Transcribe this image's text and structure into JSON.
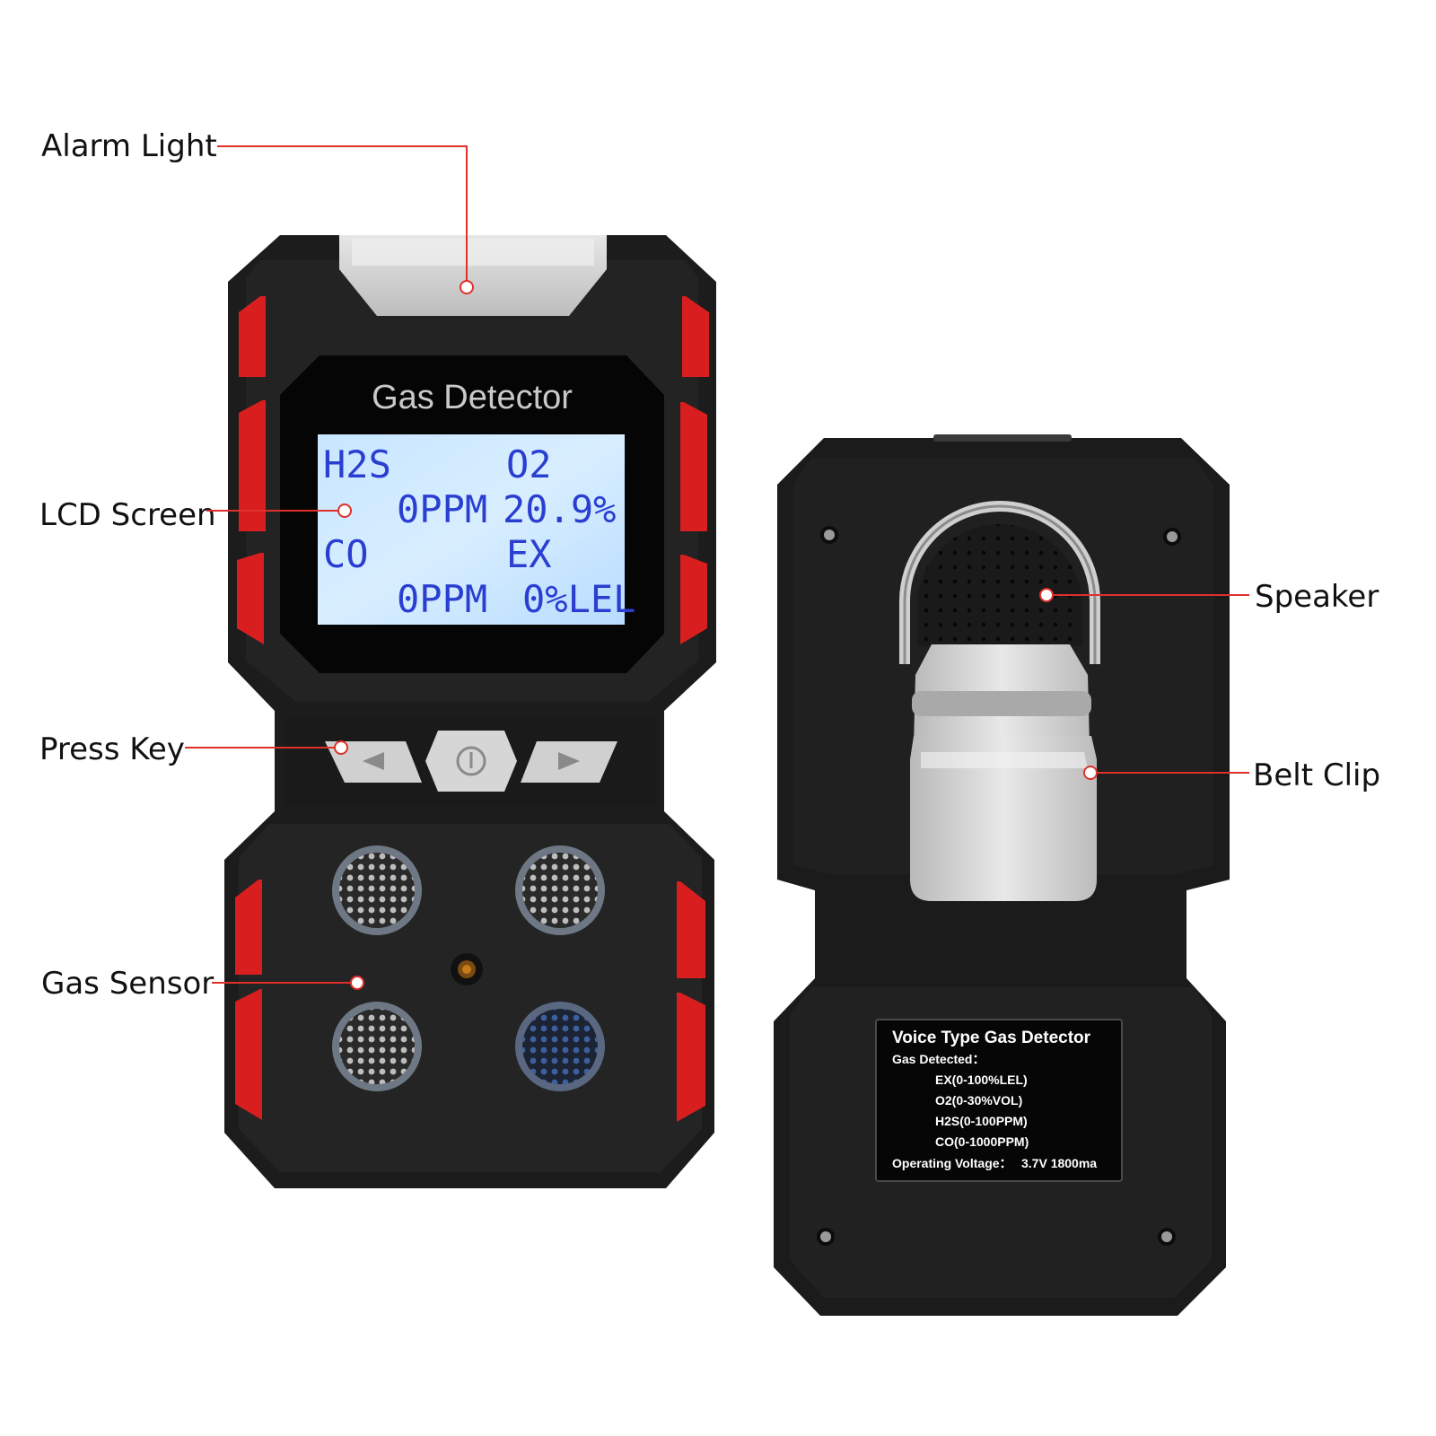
{
  "callouts": {
    "alarm_light": "Alarm Light",
    "lcd_screen": "LCD Screen",
    "press_key": "Press Key",
    "gas_sensor": "Gas Sensor",
    "speaker": "Speaker",
    "belt_clip": "Belt Clip"
  },
  "device_front": {
    "title": "Gas Detector",
    "lcd": {
      "h2s_label": "H2S",
      "o2_label": "O2",
      "h2s_value": "0PPM",
      "o2_value": "20.9%",
      "co_label": "CO",
      "ex_label": "EX",
      "co_value": "0PPM",
      "ex_value": "0%LEL"
    }
  },
  "device_back": {
    "label_title": "Voice Type Gas Detector",
    "gas_detected_label": "Gas Detected：",
    "gases": [
      "EX(0-100%LEL)",
      "O2(0-30%VOL)",
      "H2S(0-100PPM)",
      "CO(0-1000PPM)"
    ],
    "voltage_label": "Operating Voltage：",
    "voltage_value": "3.7V 1800ma"
  },
  "colors": {
    "body": "#1c1c1c",
    "red_accent": "#d81e1e",
    "lcd_bg": "#c4e4ff",
    "lcd_text": "#2a3fd0",
    "callout_line": "#e0302a",
    "clip_silver": "#d6d6d6"
  }
}
